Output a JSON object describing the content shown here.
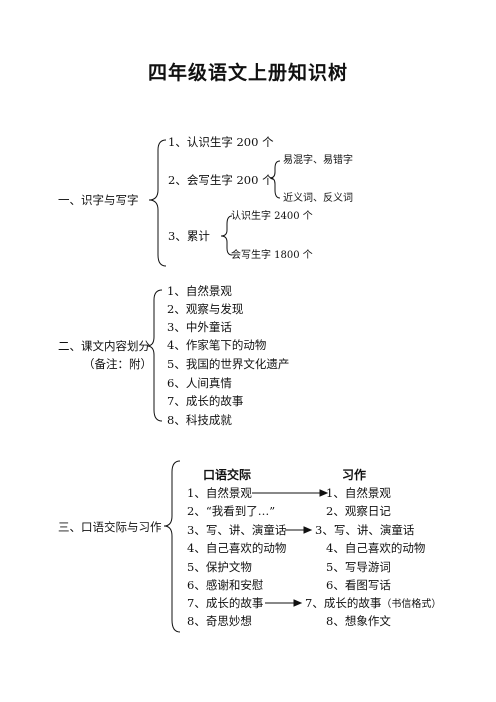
{
  "title": "四年级语文上册知识树",
  "section1": {
    "label": "一、识字与写字",
    "items": [
      "1、认识生字 200 个",
      "2、会写生字 200 个",
      "3、累计"
    ],
    "write_sub": [
      "易混字、易错字",
      "近义词、反义词"
    ],
    "total_sub": [
      "认识生字 2400 个",
      "会写生字 1800 个"
    ]
  },
  "section2": {
    "label": "二、课文内容划分",
    "note": "（备注：附）",
    "items": [
      "1、自然景观",
      "2、观察与发现",
      "3、中外童话",
      "4、作家笔下的动物",
      "5、我国的世界文化遗产",
      "6、人间真情",
      "7、成长的故事",
      "8、科技成就"
    ]
  },
  "section3": {
    "label": "三、口语交际与习作",
    "col1_header": "口语交际",
    "col2_header": "习作",
    "oral": [
      "1、自然景观",
      "2、“我看到了…”",
      "3、写、讲、演童话",
      "4、自己喜欢的动物",
      "5、保护文物",
      "6、感谢和安慰",
      "7、成长的故事",
      "8、奇思妙想"
    ],
    "writing": [
      "1、自然景观",
      "2、观察日记",
      "3、写、讲、演童话",
      "4、自己喜欢的动物",
      "5、写导游词",
      "6、看图写话",
      "7、成长的故事",
      "8、想象作文"
    ],
    "writing_note": "（书信格式）"
  }
}
